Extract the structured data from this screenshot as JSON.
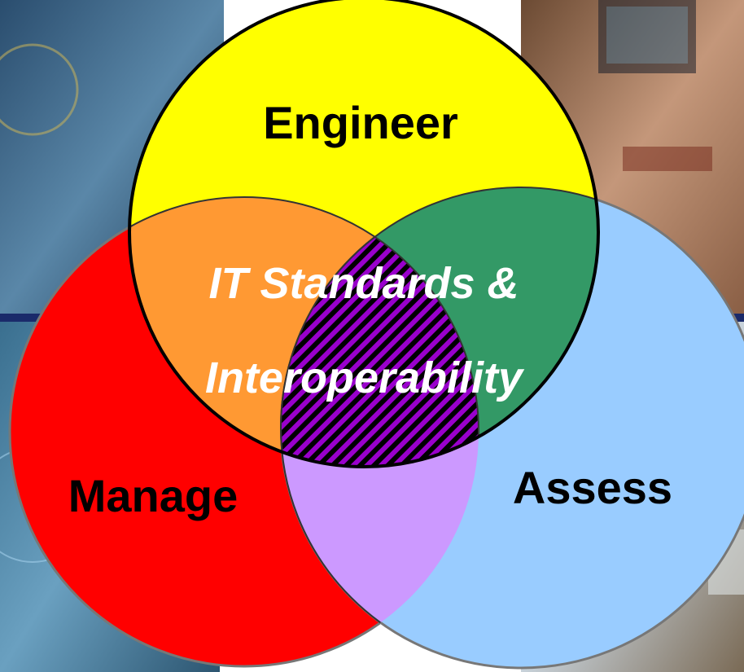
{
  "diagram": {
    "circles": [
      {
        "id": "engineer",
        "label": "Engineer",
        "color": "#ffff00"
      },
      {
        "id": "manage",
        "label": "Manage",
        "color": "#ff0000"
      },
      {
        "id": "assess",
        "label": "Assess",
        "color": "#99ccff"
      }
    ],
    "overlaps": {
      "engineer_manage": "#ff9933",
      "engineer_assess": "#339966",
      "manage_assess": "#cc99ff",
      "center_stripes": [
        "#9900cc",
        "#000000"
      ]
    },
    "center_label_line1": "IT Standards &",
    "center_label_line2": "Interoperability",
    "background_photos": [
      "radar-operator-photo",
      "control-console-photo",
      "cockpit-display-photo",
      "aircraft-photo"
    ]
  }
}
